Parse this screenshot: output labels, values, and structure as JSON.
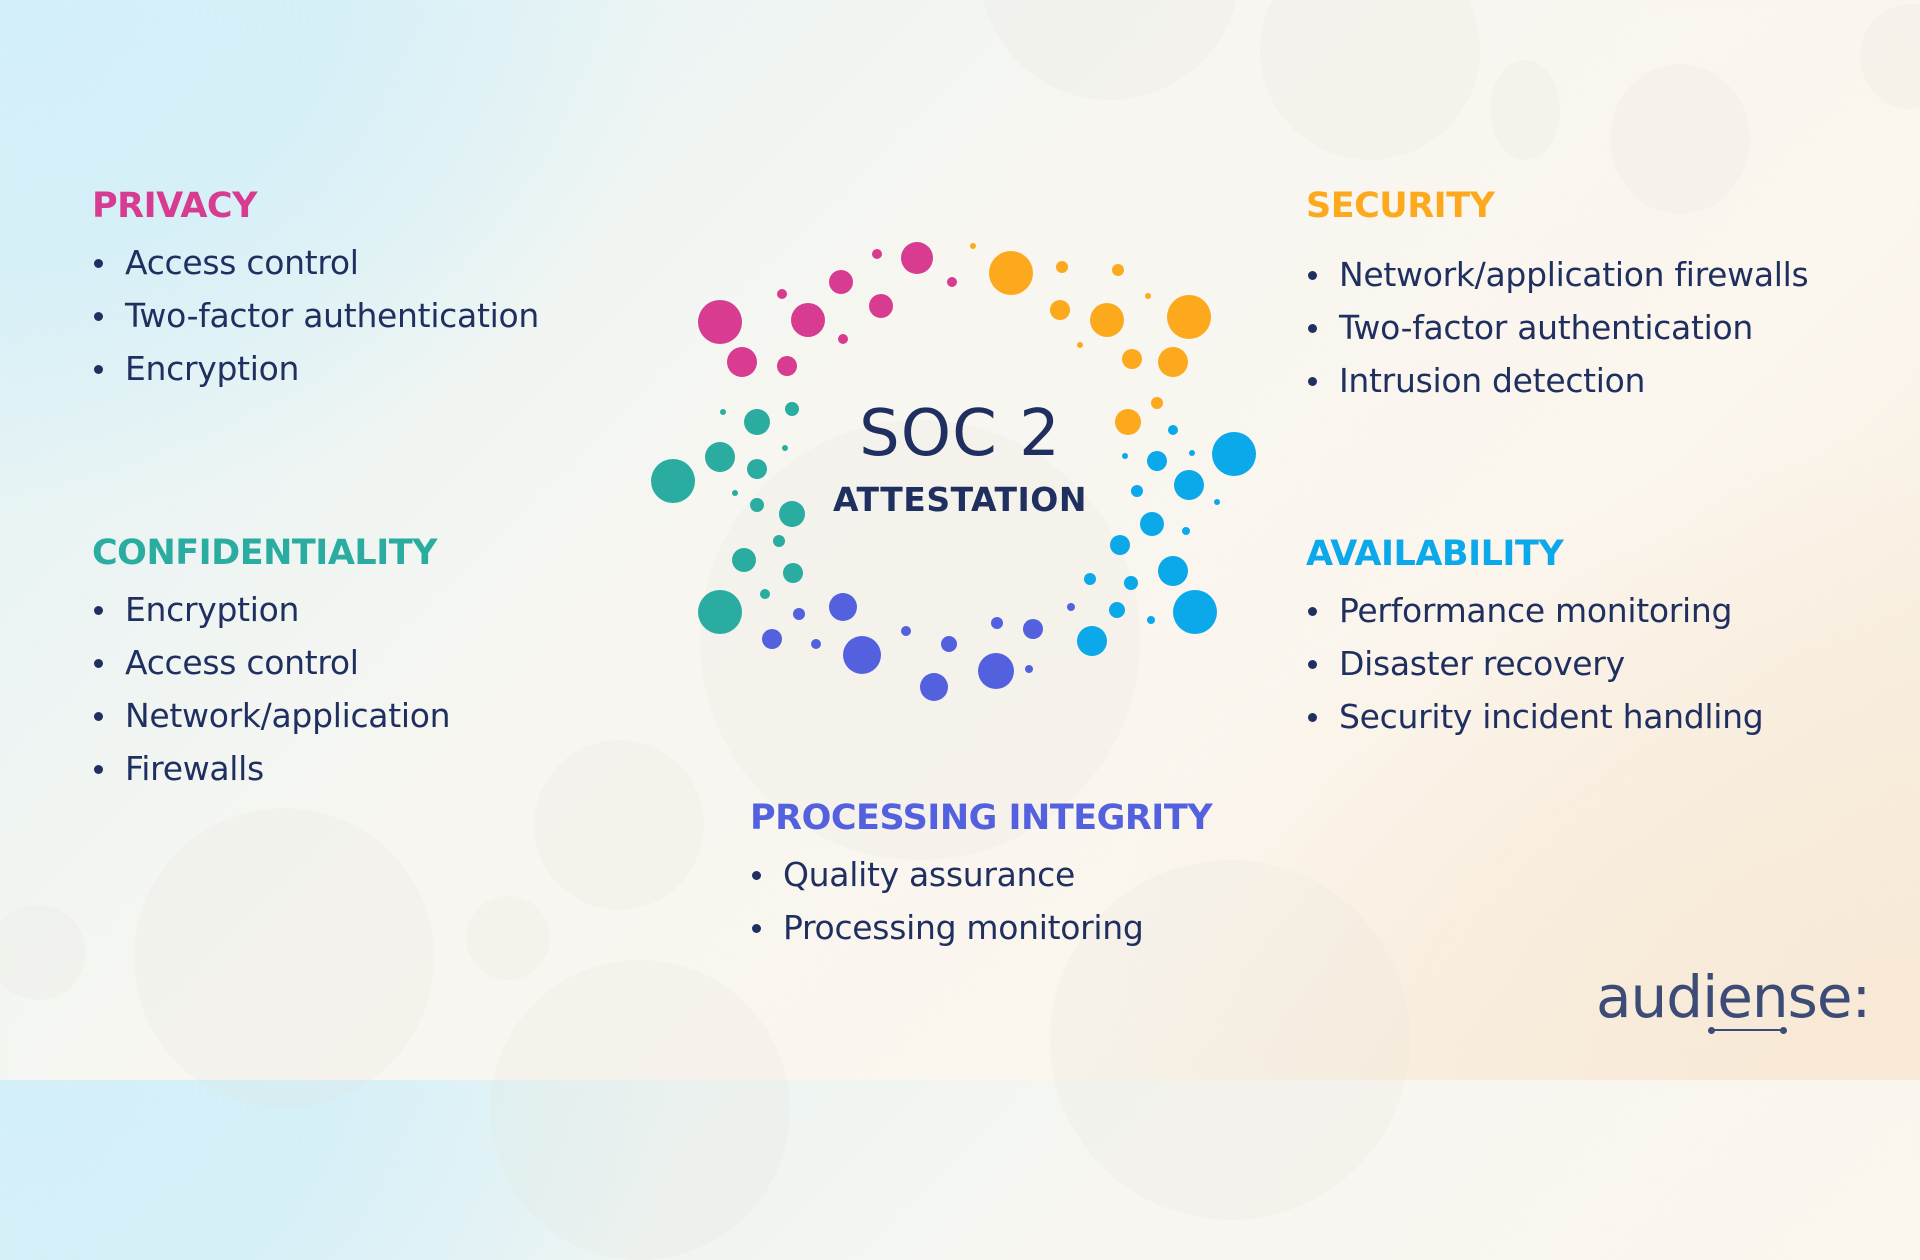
{
  "center": {
    "title": "SOC 2",
    "subtitle": "ATTESTATION"
  },
  "sections": {
    "privacy": {
      "title": "PRIVACY",
      "color": "#d83c91",
      "items": [
        "Access control",
        "Two-factor authentication",
        "Encryption"
      ]
    },
    "security": {
      "title": "SECURITY",
      "color": "#fda91e",
      "items": [
        "Network/application firewalls",
        "Two-factor authentication",
        "Intrusion detection"
      ]
    },
    "confidentiality": {
      "title": "CONFIDENTIALITY",
      "color": "#2aaca0",
      "items": [
        "Encryption",
        "Access control",
        "Network/application",
        "Firewalls"
      ]
    },
    "availability": {
      "title": "AVAILABILITY",
      "color": "#0ba8ea",
      "items": [
        "Performance monitoring",
        "Disaster recovery",
        "Security incident handling"
      ]
    },
    "processing_integrity": {
      "title": "PROCESSING INTEGRITY",
      "color": "#5461de",
      "items": [
        "Quality assurance",
        "Processing monitoring"
      ]
    }
  },
  "text_color": "#1f2f5f",
  "logo": {
    "text": "audiense:",
    "color": "#3d4c76"
  },
  "ring_dots": {
    "privacy": [
      [
        720,
        322,
        22
      ],
      [
        742,
        362,
        15
      ],
      [
        787,
        366,
        10
      ],
      [
        808,
        320,
        17
      ],
      [
        782,
        294,
        5
      ],
      [
        841,
        282,
        12
      ],
      [
        843,
        339,
        5
      ],
      [
        881,
        306,
        12
      ],
      [
        877,
        254,
        5
      ],
      [
        917,
        258,
        16
      ],
      [
        952,
        282,
        5
      ]
    ],
    "security": [
      [
        973,
        246,
        3
      ],
      [
        1011,
        273,
        22
      ],
      [
        1062,
        267,
        6
      ],
      [
        1118,
        270,
        6
      ],
      [
        1148,
        296,
        3
      ],
      [
        1060,
        310,
        10
      ],
      [
        1107,
        320,
        17
      ],
      [
        1189,
        317,
        22
      ],
      [
        1080,
        345,
        3
      ],
      [
        1132,
        359,
        10
      ],
      [
        1173,
        362,
        15
      ],
      [
        1157,
        403,
        6
      ],
      [
        1128,
        422,
        13
      ]
    ],
    "availability": [
      [
        1173,
        430,
        5
      ],
      [
        1125,
        456,
        3
      ],
      [
        1157,
        461,
        10
      ],
      [
        1192,
        453,
        3
      ],
      [
        1234,
        454,
        22
      ],
      [
        1189,
        485,
        15
      ],
      [
        1217,
        502,
        3
      ],
      [
        1137,
        491,
        6
      ],
      [
        1152,
        524,
        12
      ],
      [
        1186,
        531,
        4
      ],
      [
        1120,
        545,
        10
      ],
      [
        1173,
        571,
        15
      ],
      [
        1090,
        579,
        6
      ],
      [
        1131,
        583,
        7
      ],
      [
        1195,
        612,
        22
      ],
      [
        1117,
        610,
        8
      ],
      [
        1151,
        620,
        4
      ],
      [
        1092,
        641,
        15
      ]
    ],
    "confidentiality": [
      [
        723,
        412,
        3
      ],
      [
        757,
        422,
        13
      ],
      [
        792,
        409,
        7
      ],
      [
        785,
        448,
        3
      ],
      [
        720,
        457,
        15
      ],
      [
        673,
        481,
        22
      ],
      [
        757,
        469,
        10
      ],
      [
        735,
        493,
        3
      ],
      [
        757,
        505,
        7
      ],
      [
        792,
        514,
        13
      ],
      [
        779,
        541,
        6
      ],
      [
        744,
        560,
        12
      ],
      [
        793,
        573,
        10
      ],
      [
        765,
        594,
        5
      ],
      [
        720,
        612,
        22
      ]
    ],
    "processing_integrity": [
      [
        799,
        614,
        6
      ],
      [
        772,
        639,
        10
      ],
      [
        816,
        644,
        5
      ],
      [
        843,
        607,
        14
      ],
      [
        862,
        655,
        19
      ],
      [
        906,
        631,
        5
      ],
      [
        949,
        644,
        8
      ],
      [
        934,
        687,
        14
      ],
      [
        997,
        623,
        6
      ],
      [
        996,
        671,
        18
      ],
      [
        1033,
        629,
        10
      ],
      [
        1029,
        669,
        4
      ],
      [
        1071,
        607,
        4
      ]
    ]
  }
}
